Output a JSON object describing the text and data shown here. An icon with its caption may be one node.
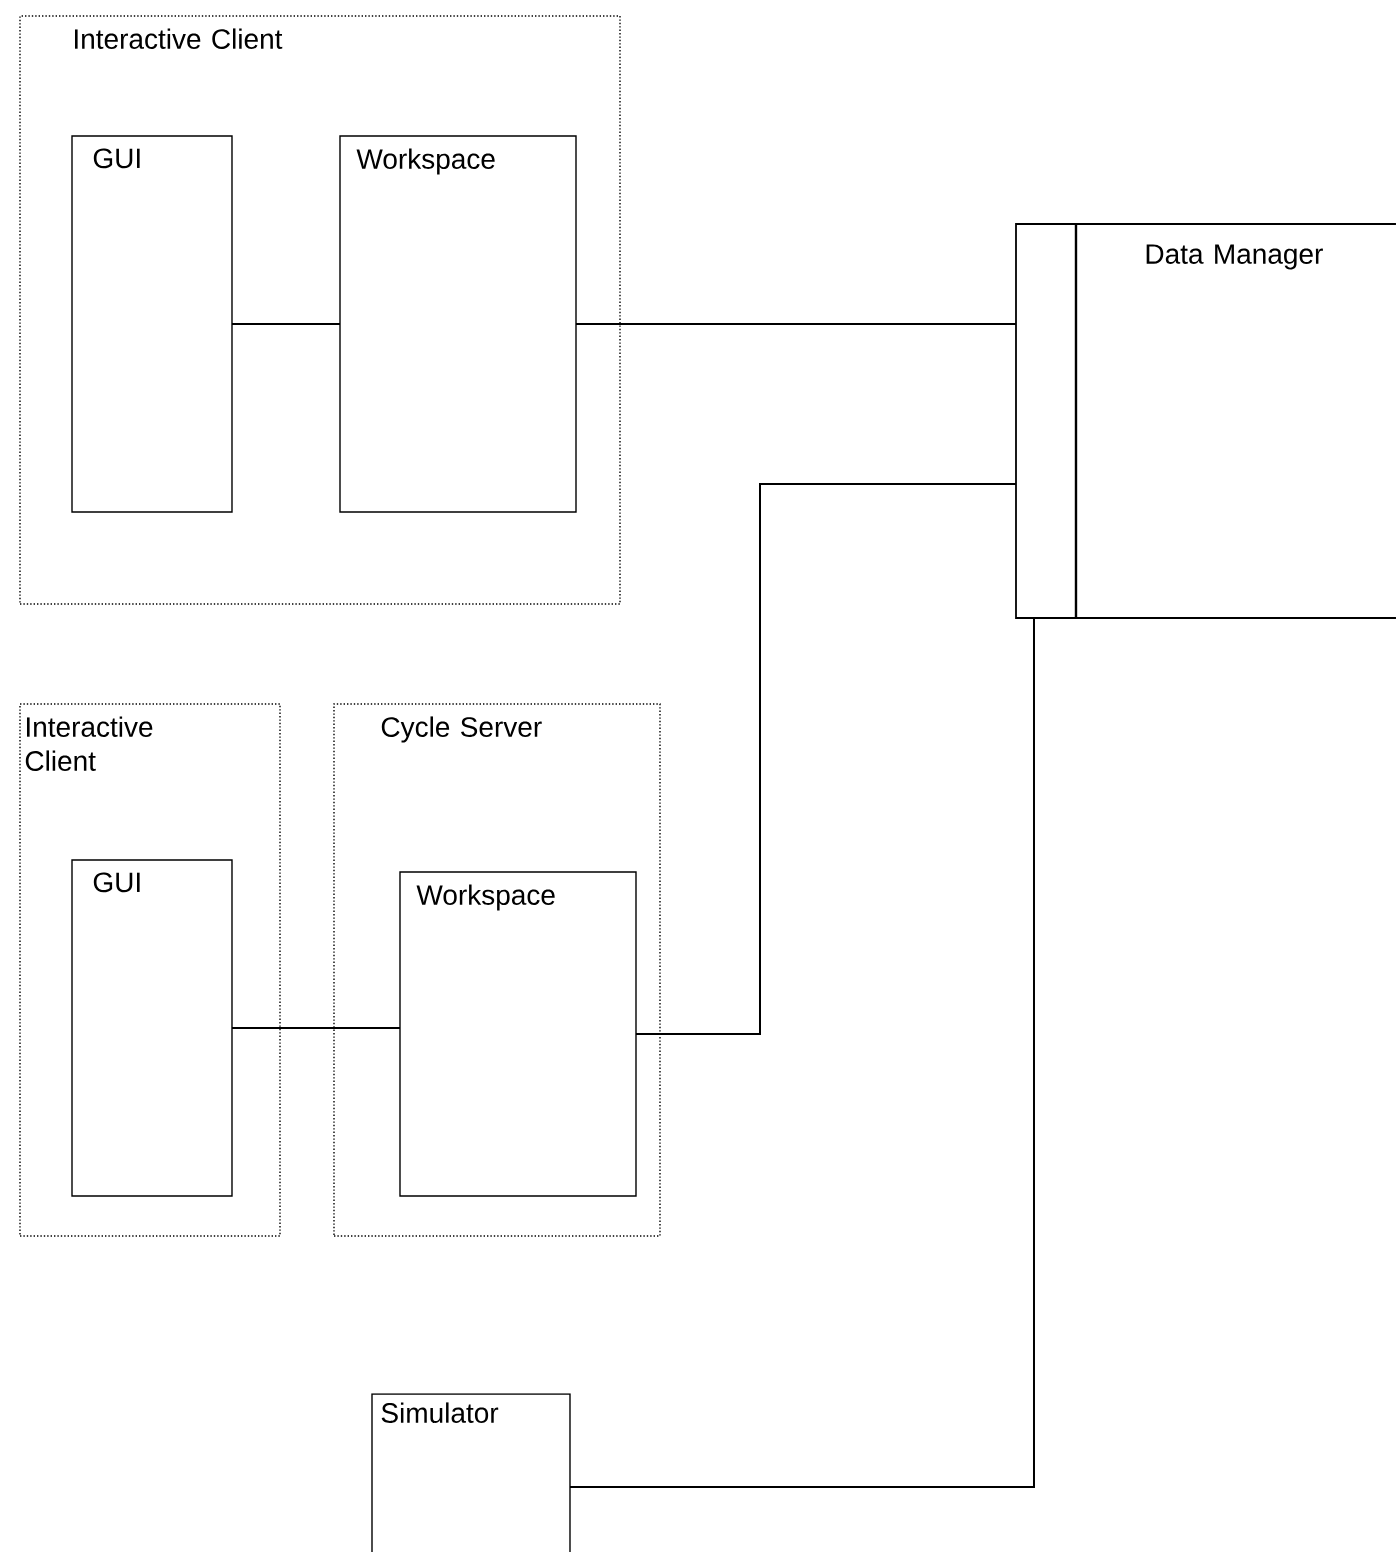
{
  "diagram": {
    "nodes": [
      {
        "text": [
          "Interactive Client"
        ]
      },
      {
        "text": [
          "GUI"
        ],
        "in": 0
      },
      {
        "text": [
          "Workspace"
        ],
        "in": 0
      },
      {
        "text": [
          "Data Manager"
        ]
      },
      {
        "text": [
          "Interactive Client"
        ]
      },
      {
        "text": [
          "GUI"
        ],
        "in": 4
      },
      {
        "text": [
          "Cycle Server"
        ]
      },
      {
        "text": [
          "Workspace"
        ],
        "in": 6
      },
      {
        "text": [
          "Simulator"
        ]
      }
    ],
    "edges": [
      {
        "from": 1,
        "to": 2,
        "arrow": "none"
      },
      {
        "from": 2,
        "to": 3,
        "arrow": "none"
      },
      {
        "from": 7,
        "to": 3,
        "arrow": "none"
      },
      {
        "from": 5,
        "to": 7,
        "arrow": "none"
      },
      {
        "from": 8,
        "to": 3,
        "arrow": "none"
      }
    ]
  }
}
